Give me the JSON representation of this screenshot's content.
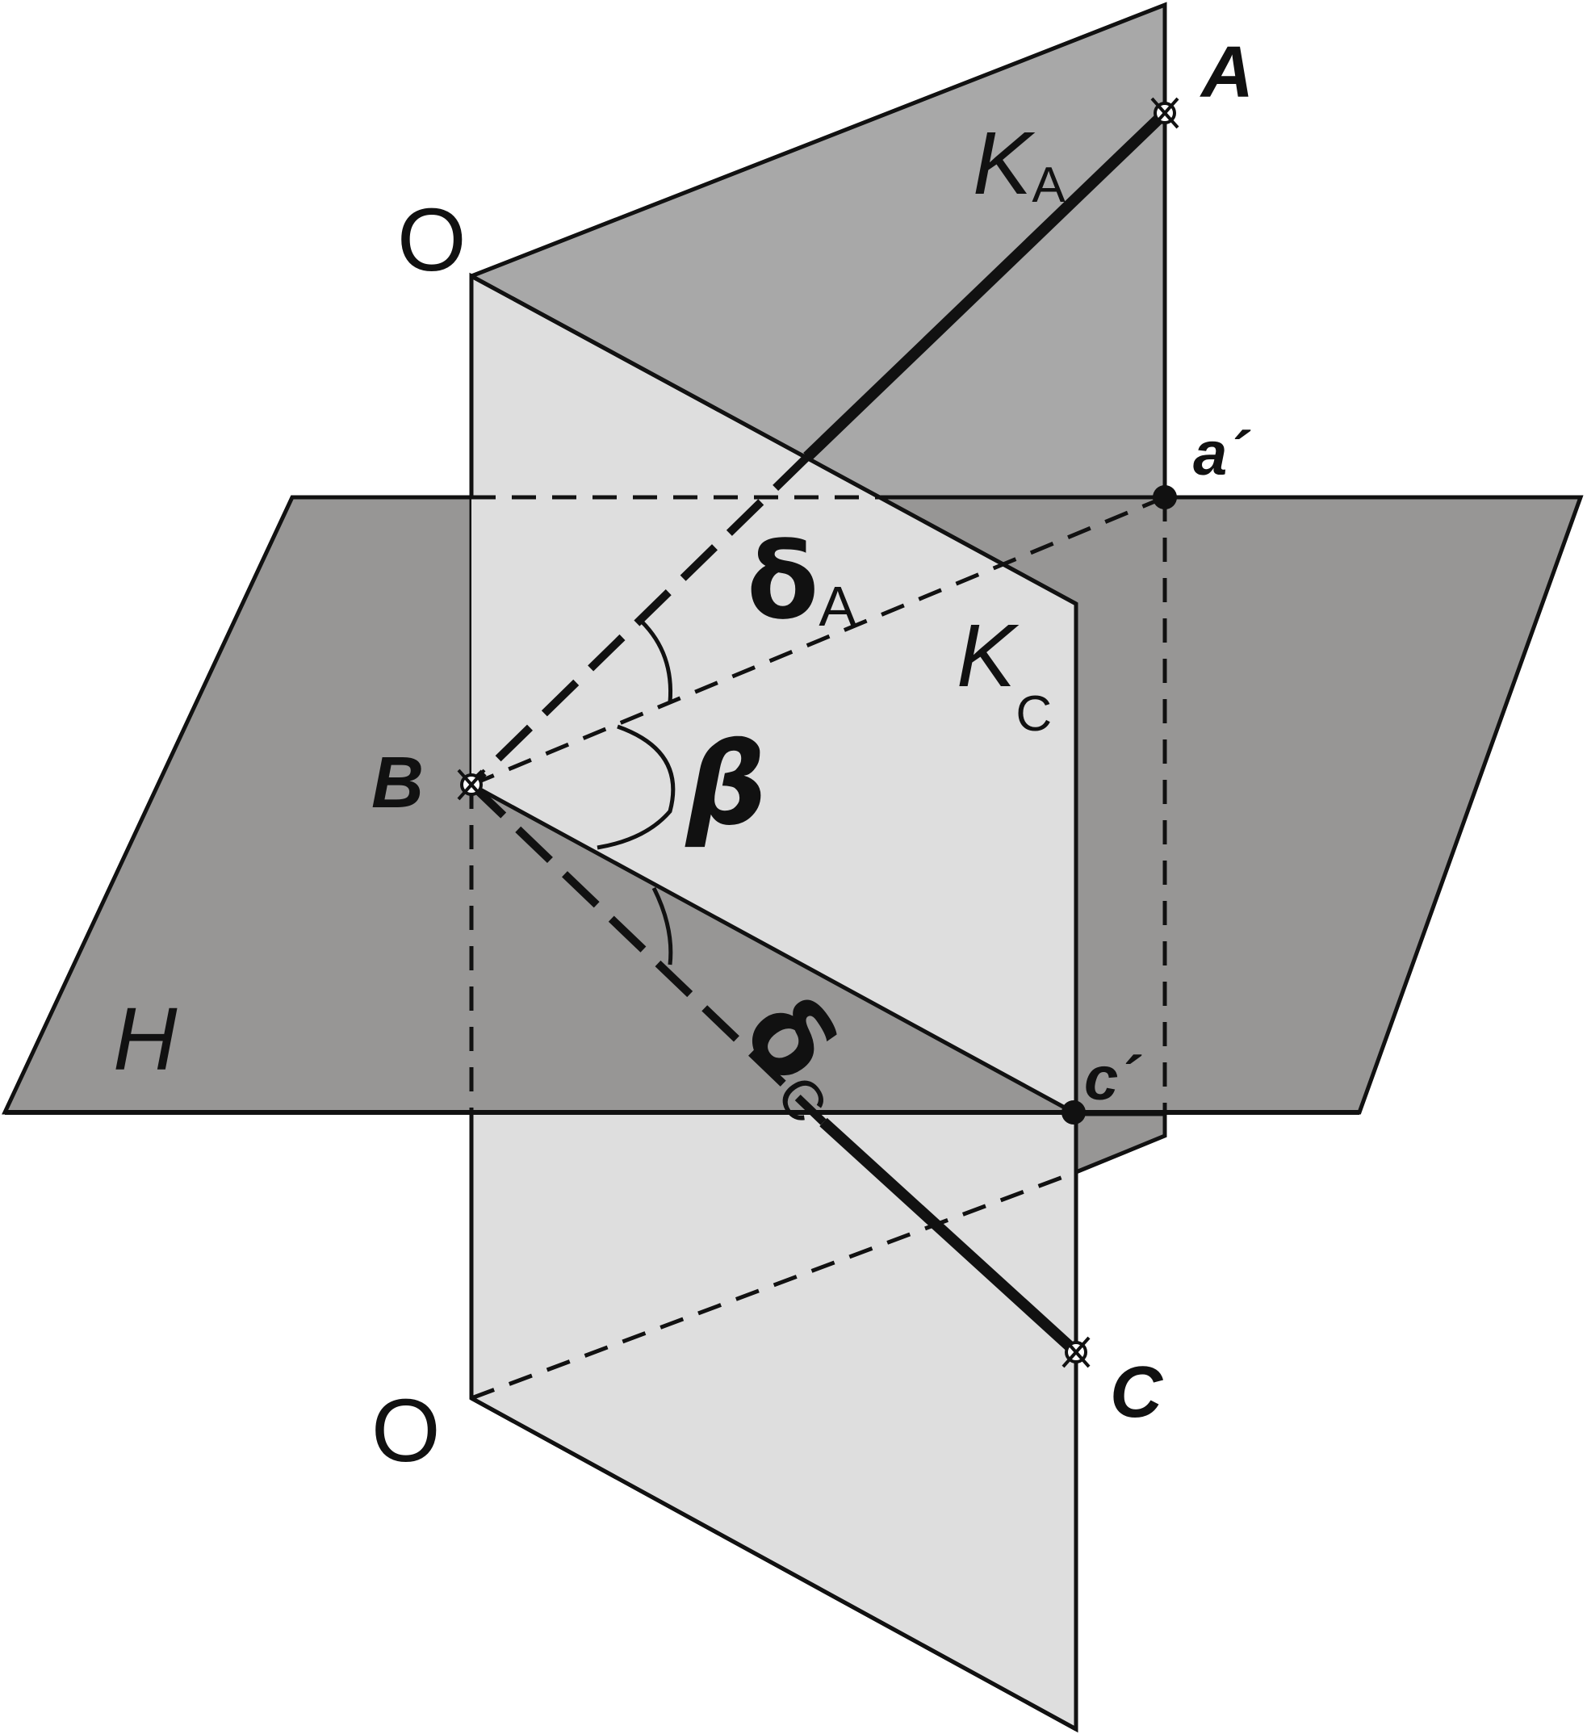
{
  "planes": {
    "horizontal": "H",
    "vertical_top": "O",
    "vertical_bottom": "O"
  },
  "points": {
    "A": "A",
    "B": "B",
    "C": "C",
    "a_prime": "a´",
    "c_prime": "c´"
  },
  "lines": {
    "k_a_main": "K",
    "k_a_sub": "A",
    "k_c_main": "K",
    "k_c_sub": "C"
  },
  "angles": {
    "beta": "β",
    "delta_a_main": "δ",
    "delta_a_sub": "A",
    "delta_c_main": "δ",
    "delta_c_sub": "C"
  },
  "colors": {
    "horizontal_plane": "#979695",
    "vertical_plane_back": "#a8a8a8",
    "vertical_plane_front": "#dedede",
    "line": "#111111"
  }
}
